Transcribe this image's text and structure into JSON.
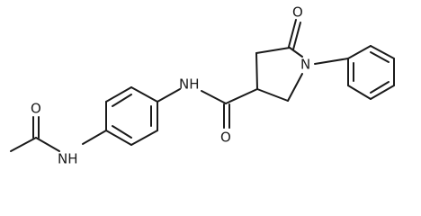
{
  "structure": {
    "atom_labels": {
      "ketone_oxygen": "O",
      "ring_nitrogen": "N",
      "amide_nh": "NH",
      "amide_oxygen": "O",
      "acetamide_nh": "NH",
      "acetyl_oxygen": "O"
    },
    "colors": {
      "bond": "#1a1a1a",
      "label": "#1a1a1a",
      "background": "#ffffff"
    }
  }
}
